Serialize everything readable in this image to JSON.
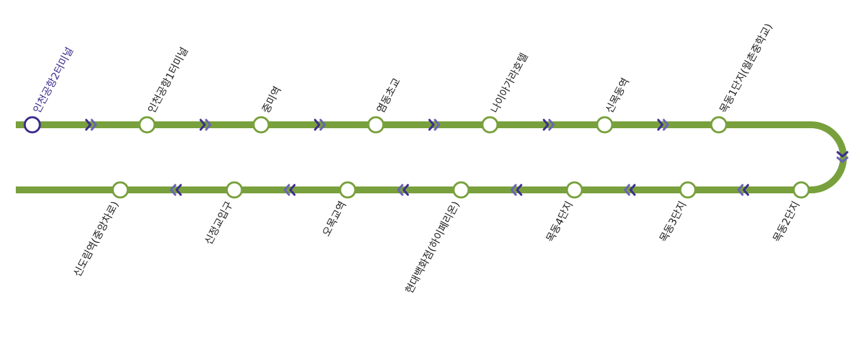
{
  "colors": {
    "line": "#78a03c",
    "arrow": "#3f2d8f",
    "arrow_light": "#6a64b4",
    "station_fill": "#ffffff",
    "current_station": "#3b2a8c"
  },
  "route": {
    "top_row_stations": [
      {
        "name": "인천공항2터미널",
        "current": true
      },
      {
        "name": "인천공항1터미널",
        "current": false
      },
      {
        "name": "중미역",
        "current": false
      },
      {
        "name": "염동초교",
        "current": false
      },
      {
        "name": "나이아가라호텔",
        "current": false
      },
      {
        "name": "신목동역",
        "current": false
      },
      {
        "name": "목동1단지(월촌중학교)",
        "current": false
      }
    ],
    "bottom_row_stations": [
      {
        "name": "신도림역(중앙차로)",
        "current": false
      },
      {
        "name": "신정교입구",
        "current": false
      },
      {
        "name": "오목교역",
        "current": false
      },
      {
        "name": "현대백화점(하이페리온)",
        "current": false
      },
      {
        "name": "목동4단지",
        "current": false
      },
      {
        "name": "목동3단지",
        "current": false
      },
      {
        "name": "목동2단지",
        "current": false
      }
    ],
    "top_direction_icon": "double-chevron-right-icon",
    "bottom_direction_icon": "double-chevron-left-icon",
    "turn_direction_icon": "double-chevron-down-icon"
  }
}
